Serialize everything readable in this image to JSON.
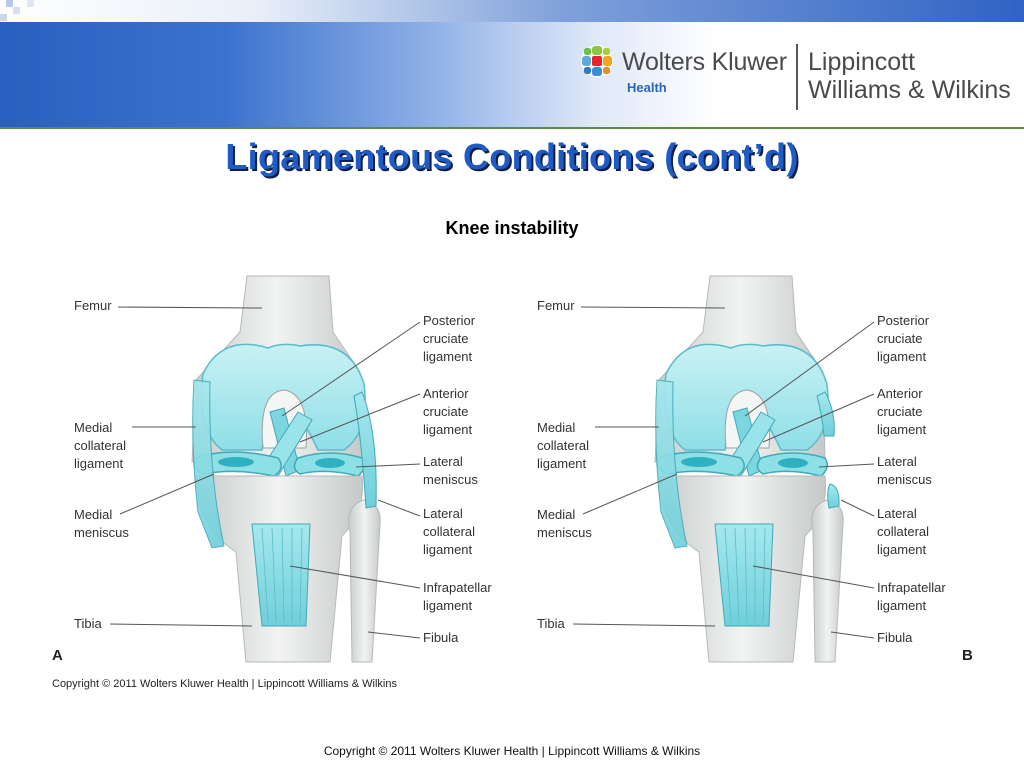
{
  "header": {
    "brand_name": "Wolters Kluwer",
    "brand_sub": "Health",
    "partner_line1": "Lippincott",
    "partner_line2": "Williams & Wilkins"
  },
  "slide": {
    "title": "Ligamentous Conditions (cont’d)",
    "subtitle": "Knee instability"
  },
  "figure": {
    "panel_a_letter": "A",
    "panel_b_letter": "B",
    "copyright": "Copyright © 2011 Wolters Kluwer Health | Lippincott Williams & Wilkins",
    "labels": {
      "femur": "Femur",
      "medial_collateral": [
        "Medial",
        "collateral",
        "ligament"
      ],
      "medial_meniscus": [
        "Medial",
        "meniscus"
      ],
      "tibia": "Tibia",
      "posterior_cruciate": [
        "Posterior",
        "cruciate",
        "ligament"
      ],
      "anterior_cruciate": [
        "Anterior",
        "cruciate",
        "ligament"
      ],
      "lateral_meniscus": [
        "Lateral",
        "meniscus"
      ],
      "lateral_collateral": [
        "Lateral",
        "collateral",
        "ligament"
      ],
      "infrapatellar": [
        "Infrapatellar",
        "ligament"
      ],
      "fibula": "Fibula"
    }
  },
  "footer": {
    "copyright": "Copyright © 2011 Wolters Kluwer Health | Lippincott Williams & Wilkins"
  },
  "colors": {
    "title_blue": "#1f5bc4",
    "ligament_cyan": "#8fe0e8",
    "bone_gray": "#e2e4e4"
  }
}
